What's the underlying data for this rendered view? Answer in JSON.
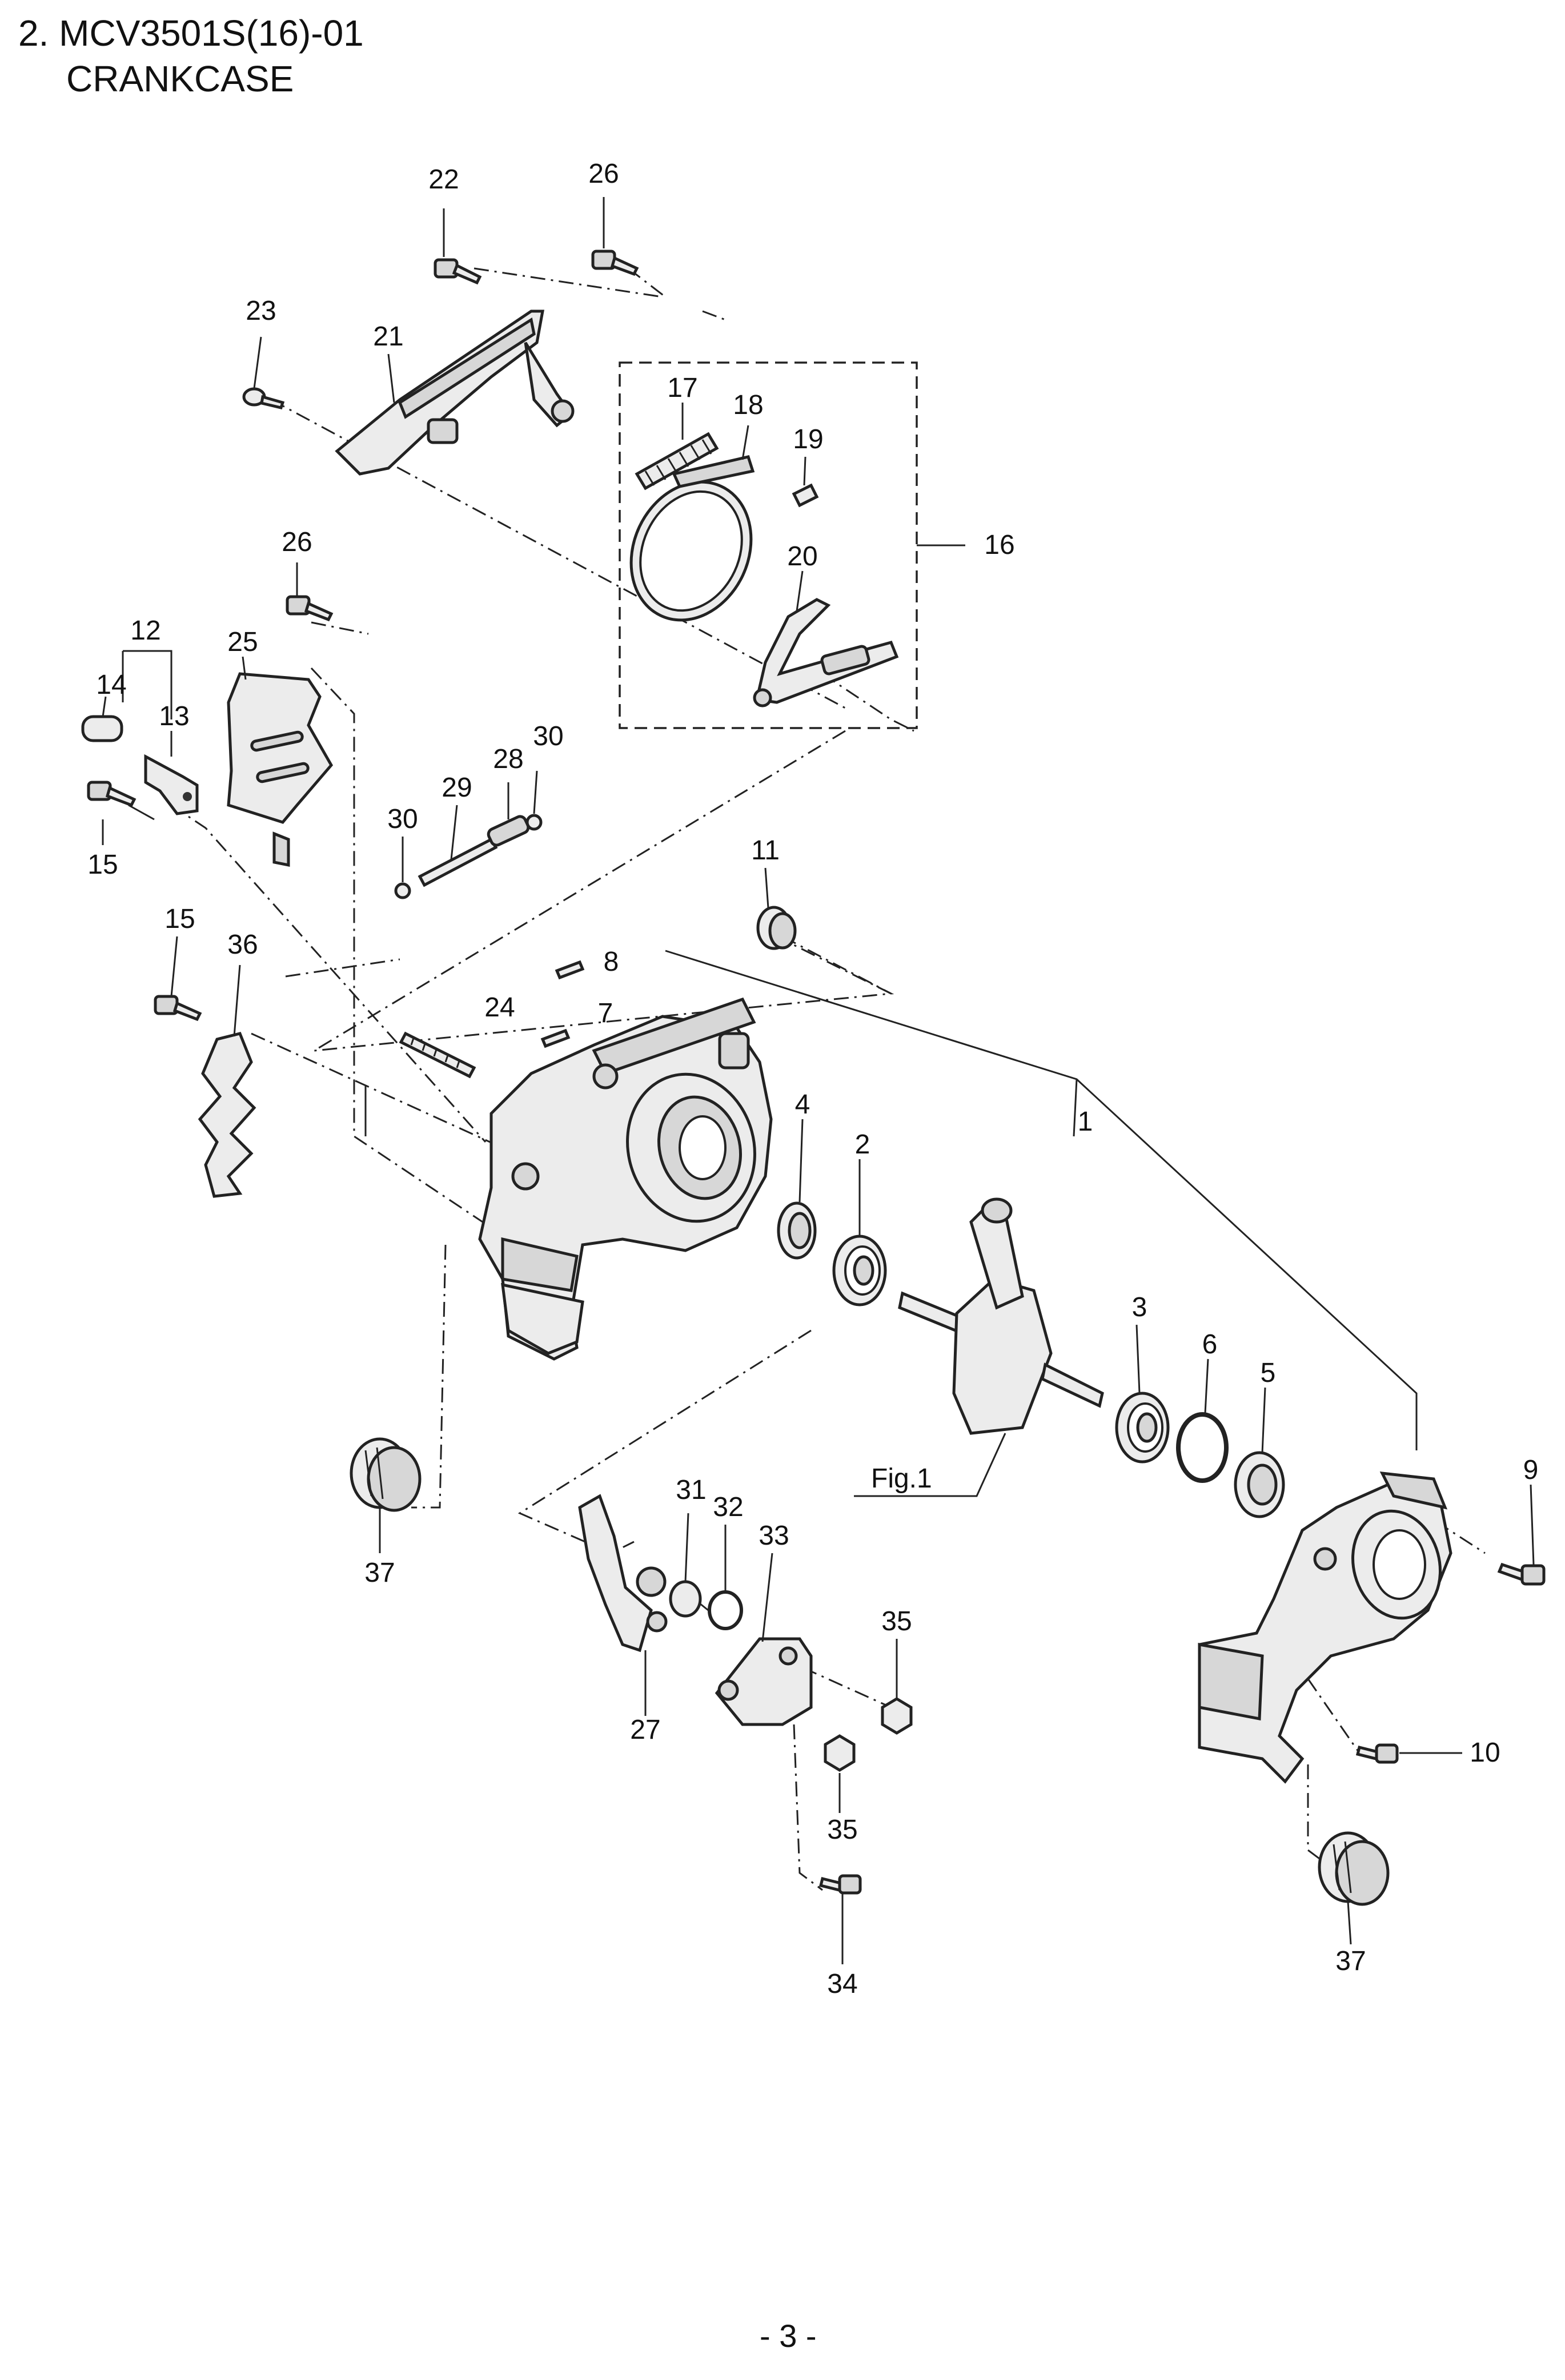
{
  "header": {
    "model_line": "2. MCV3501S(16)-01",
    "section_line": "CRANKCASE"
  },
  "callouts": {
    "c1": "1",
    "c2": "2",
    "c3": "3",
    "c4": "4",
    "c5": "5",
    "c6": "6",
    "c7": "7",
    "c8": "8",
    "c9": "9",
    "c10": "10",
    "c11": "11",
    "c12": "12",
    "c13": "13",
    "c14": "14",
    "c15a": "15",
    "c15b": "15",
    "c16": "16",
    "c17": "17",
    "c18": "18",
    "c19": "19",
    "c20": "20",
    "c21": "21",
    "c22": "22",
    "c23": "23",
    "c24": "24",
    "c25": "25",
    "c26a": "26",
    "c26b": "26",
    "c27": "27",
    "c28": "28",
    "c29": "29",
    "c30a": "30",
    "c30b": "30",
    "c31": "31",
    "c32": "32",
    "c33": "33",
    "c34": "34",
    "c35a": "35",
    "c35b": "35",
    "c36": "36",
    "c37a": "37",
    "c37b": "37"
  },
  "figure_label": "Fig.1",
  "footer": {
    "page_number": "- 3 -"
  }
}
